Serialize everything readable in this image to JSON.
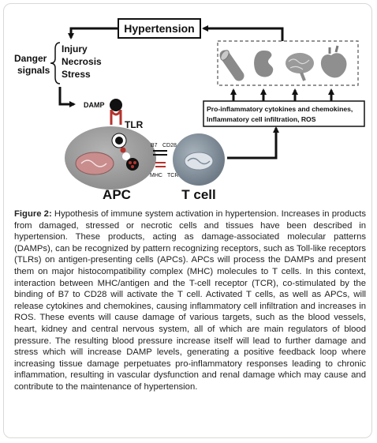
{
  "diagram": {
    "hypertension_label": "Hypertension",
    "danger_signals_label": "Danger\nsignals",
    "danger_signals": [
      "Injury",
      "Necrosis",
      "Stress"
    ],
    "damp_label": "DAMP",
    "tlr_label": "TLR",
    "b7_label": "B7",
    "cd28_label": "CD28",
    "mhc_label": "MHC",
    "tcr_label": "TCR",
    "apc_label": "APC",
    "tcell_label": "T cell",
    "effects_text_line1": "Pro-inflammatory cytokines and chemokines,",
    "effects_text_line2": "Inflammatory cell infiltration, ROS",
    "organ_icons": [
      "blood-vessel-icon",
      "kidney-icon",
      "brain-icon",
      "heart-icon"
    ]
  },
  "caption": {
    "label": "Figure 2:",
    "text": "Hypothesis of immune system activation in hypertension. Increases in products from damaged, stressed or necrotic cells and tissues have been described in hypertension. These products, acting as damage-associated molecular patterns (DAMPs), can be recognized by pattern recognizing receptors, such as Toll-like receptors (TLRs) on antigen-presenting cells (APCs). APCs will process the DAMPs and present them on major histocompatibility complex (MHC) molecules to T cells. In this context, interaction between MHC/antigen and the T-cell receptor (TCR), co-stimulated by the binding of B7 to CD28 will activate the T cell. Activated T cells, as well as APCs, will release cytokines and chemokines, causing inflammatory cell infiltration and increases in ROS. These events will cause damage of various targets, such as the blood vessels, heart, kidney and central nervous system, all of which are main regulators of blood pressure. The resulting blood pressure increase itself will lead to further damage and stress which will increase DAMP levels, generating a positive feedback loop where increasing tissue damage perpetuates pro-inflammatory responses leading to chronic inflammation, resulting in vascular dysfunction and renal damage which may cause and contribute to the maintenance of hypertension."
  },
  "colors": {
    "apc_fill": "#9a9a9a",
    "tcell_fill": "#7f8c98",
    "nucleus": "#c98d8d",
    "receptor_red": "#b5332e",
    "dark": "#111111"
  }
}
